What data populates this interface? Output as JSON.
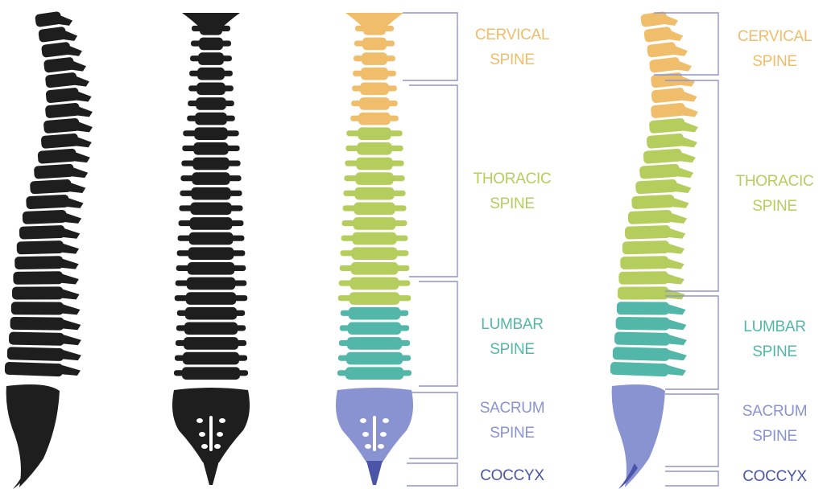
{
  "colors": {
    "silhouette": "#1e1e1e",
    "cervical": "#f0bd6a",
    "thoracic": "#b5cd5c",
    "lumbar": "#52b7a8",
    "sacrum": "#8a93d1",
    "coccyx": "#4b55a8",
    "bracket": "#8d94cf"
  },
  "labels": {
    "cervical": {
      "line1": "CERVICAL",
      "line2": "SPINE"
    },
    "thoracic": {
      "line1": "THORACIC",
      "line2": "SPINE"
    },
    "lumbar": {
      "line1": "LUMBAR",
      "line2": "SPINE"
    },
    "sacrum": {
      "line1": "SACRUM",
      "line2": "SPINE"
    },
    "coccyx": {
      "line1": "COCCYX"
    }
  },
  "figures": [
    {
      "view": "side",
      "colored": false
    },
    {
      "view": "front",
      "colored": false
    },
    {
      "view": "front",
      "colored": true
    },
    {
      "view": "side",
      "colored": true
    }
  ]
}
